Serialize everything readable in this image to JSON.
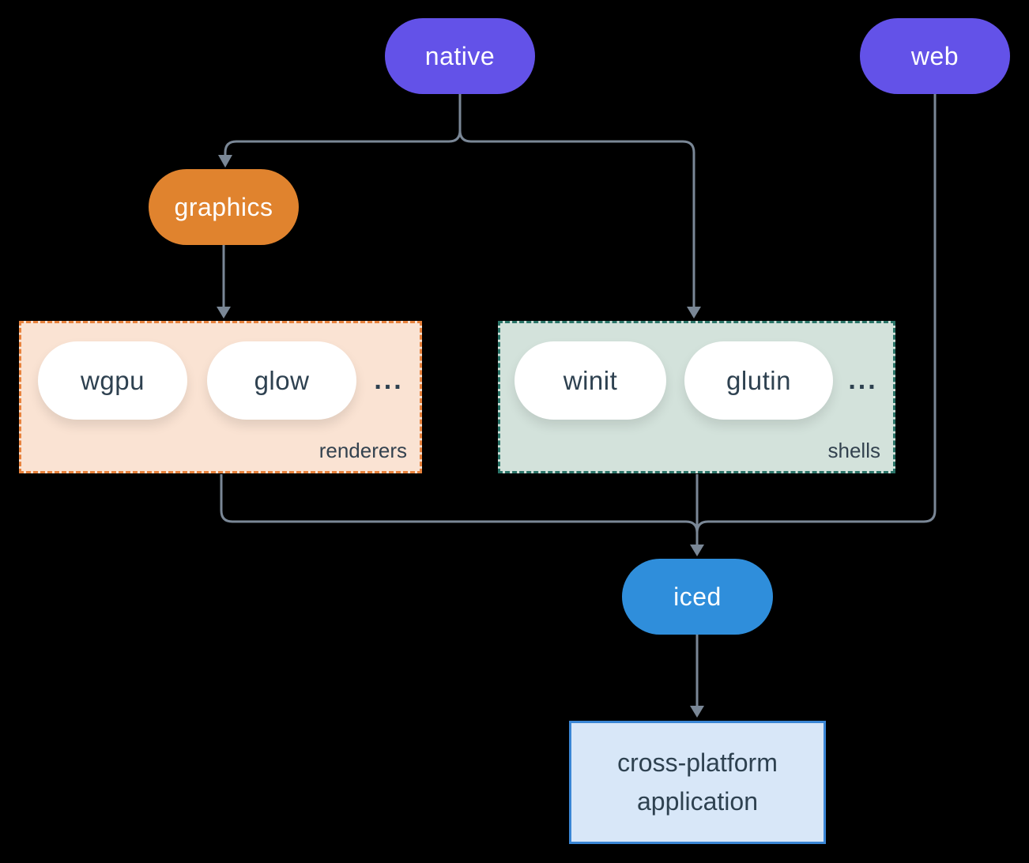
{
  "diagram": {
    "nodes": {
      "native": {
        "label": "native",
        "color": "#6352e8"
      },
      "web": {
        "label": "web",
        "color": "#6352e8"
      },
      "graphics": {
        "label": "graphics",
        "color": "#e0832e"
      },
      "wgpu": {
        "label": "wgpu",
        "color": "#ffffff"
      },
      "glow": {
        "label": "glow",
        "color": "#ffffff"
      },
      "winit": {
        "label": "winit",
        "color": "#ffffff"
      },
      "glutin": {
        "label": "glutin",
        "color": "#ffffff"
      },
      "iced": {
        "label": "iced",
        "color": "#2f8edb"
      }
    },
    "groups": {
      "renderers": {
        "label": "renderers",
        "ellipsis": "...",
        "background": "#fae3d3",
        "border_color": "#e8823c"
      },
      "shells": {
        "label": "shells",
        "ellipsis": "...",
        "background": "#d3e2db",
        "border_color": "#2a7468"
      }
    },
    "app_box": {
      "label": "cross-platform application",
      "background": "#d8e7f8",
      "border_color": "#3a86d5",
      "text_color": "#2e4150"
    },
    "edges": [
      {
        "from": "native",
        "to": "graphics"
      },
      {
        "from": "native",
        "to": "shells"
      },
      {
        "from": "graphics",
        "to": "renderers"
      },
      {
        "from": "renderers",
        "to": "iced"
      },
      {
        "from": "shells",
        "to": "iced"
      },
      {
        "from": "web",
        "to": "iced"
      },
      {
        "from": "iced",
        "to": "cross-platform application"
      }
    ],
    "style": {
      "background": "#000000",
      "connector_color": "#7a8796",
      "dark_text_color": "#2e4150",
      "light_text_color": "#ffffff"
    }
  }
}
